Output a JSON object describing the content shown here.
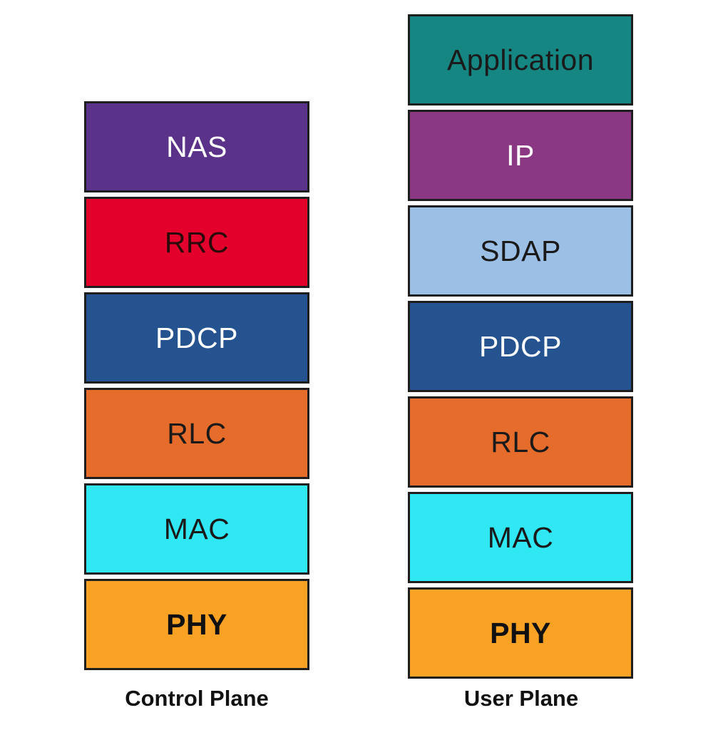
{
  "control_plane": {
    "label": "Control Plane",
    "layers": [
      {
        "name": "NAS",
        "fill": "#5b3289",
        "text_color": "#ffffff",
        "bold": false
      },
      {
        "name": "RRC",
        "fill": "#e3002a",
        "text_color": "#2a0a0a",
        "bold": false
      },
      {
        "name": "PDCP",
        "fill": "#255390",
        "text_color": "#ffffff",
        "bold": false
      },
      {
        "name": "RLC",
        "fill": "#e66c2c",
        "text_color": "#1a1a1a",
        "bold": false
      },
      {
        "name": "MAC",
        "fill": "#2fe8f4",
        "text_color": "#1a1a1a",
        "bold": false
      },
      {
        "name": "PHY",
        "fill": "#f9a223",
        "text_color": "#111111",
        "bold": true
      }
    ]
  },
  "user_plane": {
    "label": "User Plane",
    "layers": [
      {
        "name": "Application",
        "fill": "#168683",
        "text_color": "#1a1a1a",
        "bold": false
      },
      {
        "name": "IP",
        "fill": "#8a3883",
        "text_color": "#ffffff",
        "bold": false
      },
      {
        "name": "SDAP",
        "fill": "#9cbfe6",
        "text_color": "#1a1a1a",
        "bold": false
      },
      {
        "name": "PDCP",
        "fill": "#255390",
        "text_color": "#ffffff",
        "bold": false
      },
      {
        "name": "RLC",
        "fill": "#e66c2c",
        "text_color": "#1a1a1a",
        "bold": false
      },
      {
        "name": "MAC",
        "fill": "#2fe8f4",
        "text_color": "#1a1a1a",
        "bold": false
      },
      {
        "name": "PHY",
        "fill": "#f9a223",
        "text_color": "#111111",
        "bold": true
      }
    ]
  }
}
